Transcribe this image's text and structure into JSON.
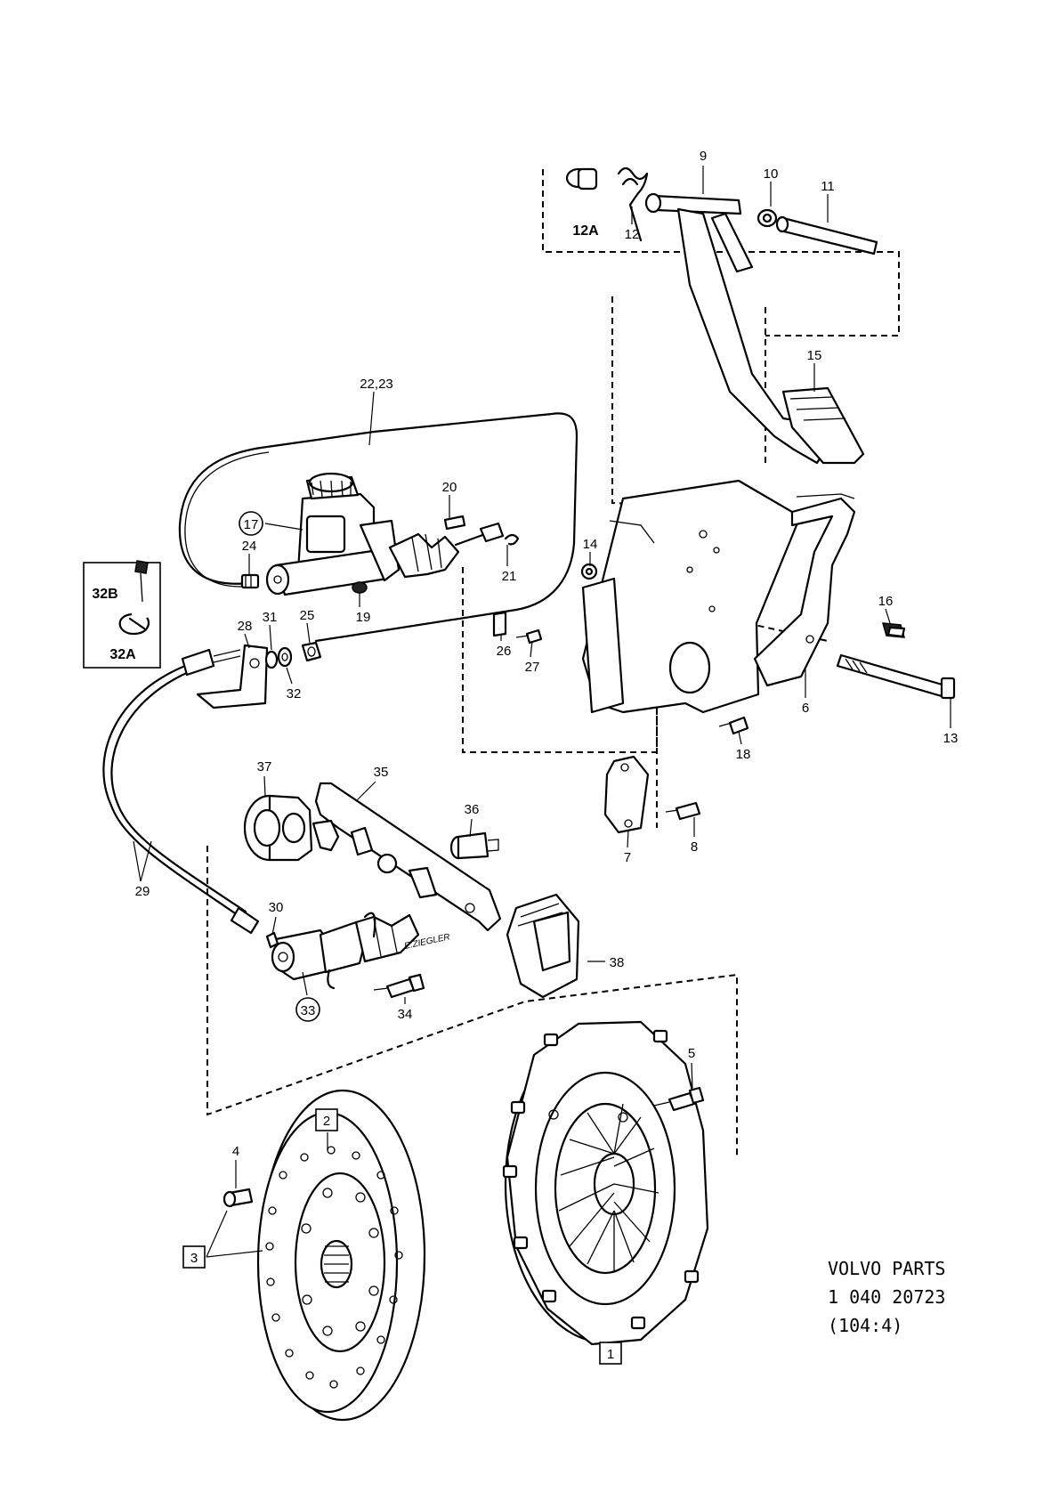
{
  "callouts": {
    "c9": "9",
    "c10": "10",
    "c11": "11",
    "c12": "12",
    "c12A": "12A",
    "c15": "15",
    "c2223": "22,23",
    "c20": "20",
    "c17": "17",
    "c24": "24",
    "c19": "19",
    "c21": "21",
    "c14": "14",
    "c32B": "32B",
    "c32A": "32A",
    "c28": "28",
    "c31": "31",
    "c25": "25",
    "c32": "32",
    "c26": "26",
    "c27": "27",
    "c16": "16",
    "c6": "6",
    "c13": "13",
    "c18": "18",
    "c37": "37",
    "c35": "35",
    "c36": "36",
    "c7": "7",
    "c8": "8",
    "c29": "29",
    "c30": "30",
    "c33": "33",
    "c34": "34",
    "c38": "38",
    "c5": "5",
    "c2": "2",
    "c4": "4",
    "c3": "3",
    "c1": "1"
  },
  "reference": {
    "line1": "VOLVO PARTS",
    "line2": "1 040 20723",
    "line3": "(104:4)"
  },
  "signature": "E.ZIEGLER",
  "icons": [
    "clutch-pedal-icon",
    "master-cylinder-icon",
    "slave-cylinder-icon",
    "pressure-plate-icon",
    "clutch-disc-icon",
    "release-bearing-icon",
    "release-fork-icon",
    "rubber-boot-icon"
  ],
  "colors": {
    "ink": "#000000",
    "paper": "#ffffff"
  }
}
